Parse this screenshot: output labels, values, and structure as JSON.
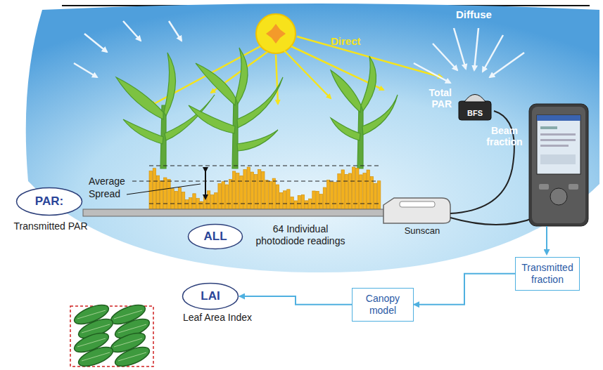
{
  "diagram": {
    "nodes": [
      {
        "text": [
          "BFS"
        ]
      },
      {
        "text": [
          "PAR:",
          "Transmitted PAR"
        ]
      },
      {
        "text": [
          "ALL",
          "64 Individual photodiode readings"
        ]
      },
      {
        "text": [
          "Transmitted fraction"
        ]
      },
      {
        "text": [
          "Canopy model"
        ]
      },
      {
        "text": [
          "LAI",
          "Leaf Area Index"
        ]
      }
    ],
    "edges": [
      {
        "from": 3,
        "to": 4,
        "arrow": "to"
      },
      {
        "from": 4,
        "to": 5,
        "arrow": "to"
      }
    ],
    "labels": [
      "Direct",
      "Diffuse",
      "Total PAR",
      "Beam fraction",
      "Average",
      "Spread",
      "Sunscan"
    ]
  }
}
